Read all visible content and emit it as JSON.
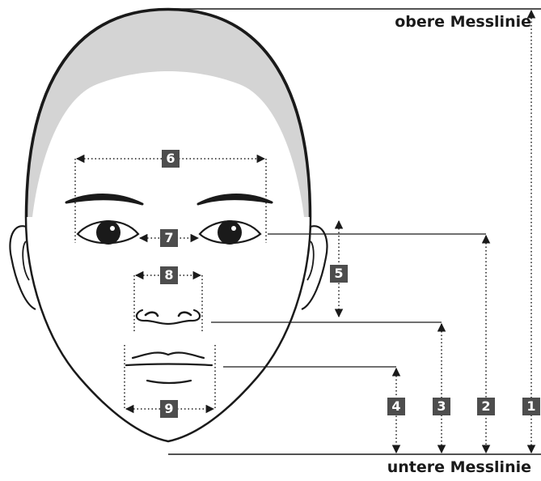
{
  "labels": {
    "top_reference": "obere Messlinie",
    "bottom_reference": "untere Messlinie"
  },
  "markers": {
    "m1": "1",
    "m2": "2",
    "m3": "3",
    "m4": "4",
    "m5": "5",
    "m6": "6",
    "m7": "7",
    "m8": "8",
    "m9": "9"
  },
  "colors": {
    "line": "#1a1a1a",
    "hair": "#d4d4d4",
    "badge": "#4d4d4d"
  }
}
